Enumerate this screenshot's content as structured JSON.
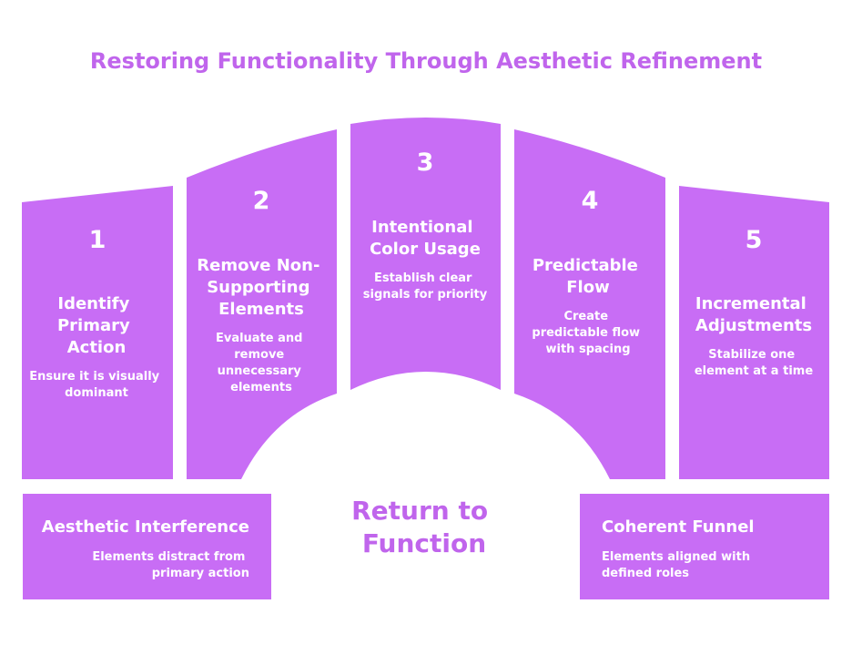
{
  "title": "Restoring Functionality Through Aesthetic Refinement",
  "steps": [
    {
      "number": "1",
      "title_lines": [
        "Identify",
        "Primary",
        "Action"
      ],
      "desc_lines": [
        "Ensure it is visually",
        "dominant"
      ]
    },
    {
      "number": "2",
      "title_lines": [
        "Remove Non-",
        "Supporting",
        "Elements"
      ],
      "desc_lines": [
        "Evaluate and",
        "remove",
        "unnecessary",
        "elements"
      ]
    },
    {
      "number": "3",
      "title_lines": [
        "Intentional",
        "Color Usage"
      ],
      "desc_lines": [
        "Establish clear",
        "signals for priority"
      ]
    },
    {
      "number": "4",
      "title_lines": [
        "Predictable",
        "Flow"
      ],
      "desc_lines": [
        "Create",
        "predictable flow",
        "with spacing"
      ]
    },
    {
      "number": "5",
      "title_lines": [
        "Incremental",
        "Adjustments"
      ],
      "desc_lines": [
        "Stabilize one",
        "element at a time"
      ]
    }
  ],
  "center_label_lines": [
    "Return to",
    "Function"
  ],
  "left_box": {
    "title": "Aesthetic Interference",
    "desc_lines": [
      "Elements distract from",
      "primary action"
    ]
  },
  "right_box": {
    "title": "Coherent Funnel",
    "desc_lines": [
      "Elements aligned with",
      "defined roles"
    ]
  },
  "colors": {
    "accent": "#c86df5",
    "title_text": "#c065ec",
    "label_text": "#ffffff"
  }
}
